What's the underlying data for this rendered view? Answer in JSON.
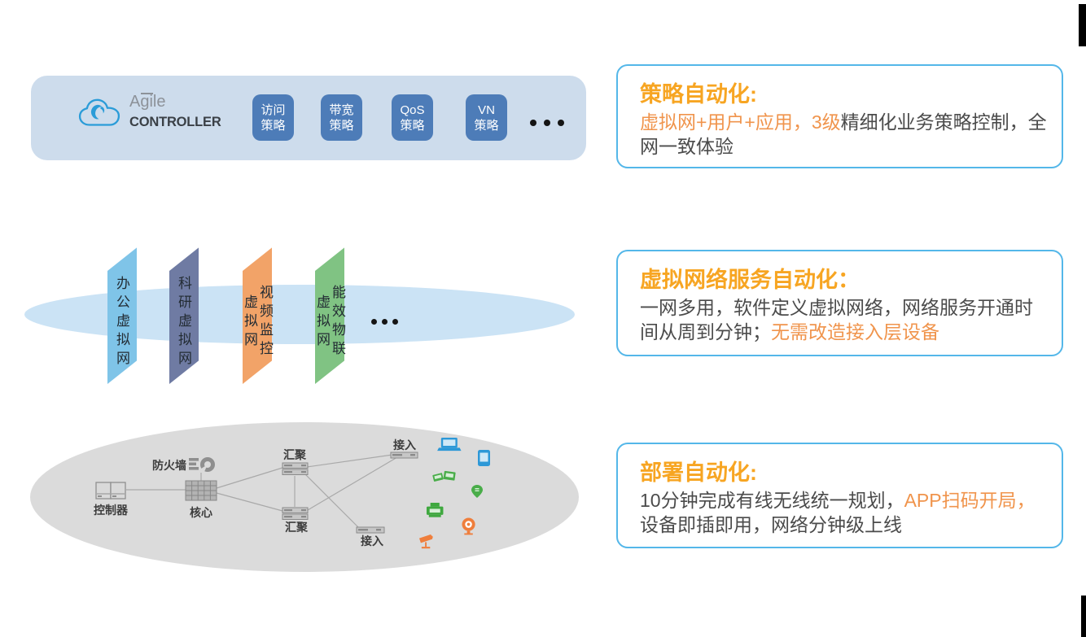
{
  "banner": {
    "brand_line1": "Agile",
    "brand_line2": "CONTROLLER",
    "buttons": [
      {
        "line1": "访问",
        "line2": "策略"
      },
      {
        "line1": "带宽",
        "line2": "策略"
      },
      {
        "line1": "QoS",
        "line2": "策略"
      },
      {
        "line1": "VN",
        "line2": "策略"
      }
    ]
  },
  "virtual_planes": [
    {
      "label": "办公虚拟网",
      "color": "#7fc4e8"
    },
    {
      "label": "科研虚拟网",
      "color": "#6f7ba3"
    },
    {
      "label": "视频监控虚拟网",
      "col1": "视频监控",
      "col2": "虚拟网",
      "color": "#f2a368"
    },
    {
      "label": "能效物联虚拟网",
      "col1": "能效物联",
      "col2": "虚拟网",
      "color": "#80c383"
    }
  ],
  "network": {
    "controller": "控制器",
    "core": "核心",
    "firewall": "防火墙",
    "agg_top": "汇聚",
    "agg_bottom": "汇聚",
    "access_top": "接入",
    "access_bottom": "接入"
  },
  "info_boxes": [
    {
      "title": "策略自动化:",
      "lines": [
        [
          {
            "text": "虚拟网+用户+应用，3级",
            "tone": "orange"
          },
          {
            "text": "精细化业务策略控制，全",
            "tone": "dark"
          }
        ],
        [
          {
            "text": "网一致体验",
            "tone": "dark"
          }
        ]
      ]
    },
    {
      "title": "虚拟网络服务自动化：",
      "lines": [
        [
          {
            "text": "一网多用，软件定义虚拟网络，网络服务开通时",
            "tone": "dark"
          }
        ],
        [
          {
            "text": "间从周到分钟；",
            "tone": "dark"
          },
          {
            "text": "无需改造接入层设备",
            "tone": "orange"
          }
        ]
      ]
    },
    {
      "title": "部署自动化:",
      "lines": [
        [
          {
            "text": "10分钟完成有线无线统一规划，",
            "tone": "dark"
          },
          {
            "text": "APP扫码开局，",
            "tone": "orange"
          }
        ],
        [
          {
            "text": "设备即插即用，网络分钟级上线",
            "tone": "dark"
          }
        ]
      ]
    }
  ],
  "colors": {
    "banner_bg": "#cddcec",
    "button_bg": "#4d7cb8",
    "box_border": "#54b7e9",
    "title_orange": "#f7a522",
    "body_orange": "#f0944c",
    "body_dark": "#4b4b4b",
    "plane_office": "#7fc4e8",
    "plane_research": "#6f7ba3",
    "plane_video": "#f2a368",
    "plane_energy": "#80c383",
    "ellipse_mid": "#cbe3f5",
    "ellipse_bottom": "#dbdbdb",
    "device_blue": "#2d98d7",
    "device_green": "#49ad49",
    "device_orange": "#ef7e3c",
    "logo_blue": "#2b9cd8"
  }
}
